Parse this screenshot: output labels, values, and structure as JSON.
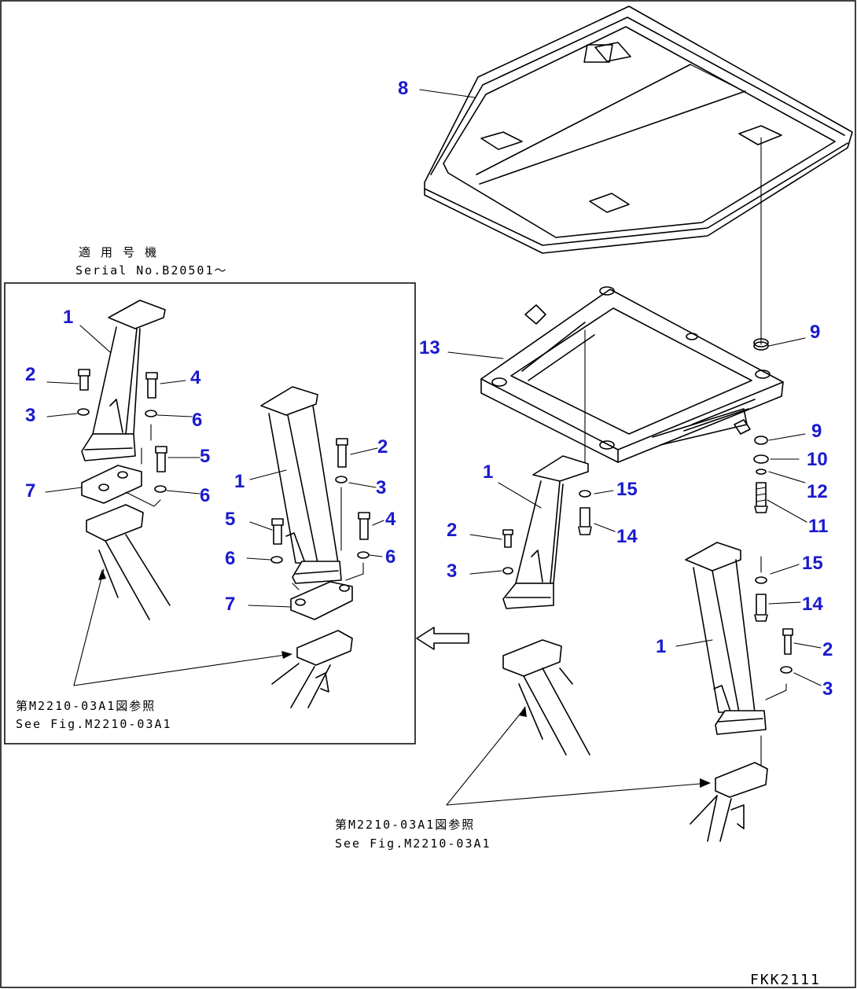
{
  "callouts": {
    "c1a": "1",
    "c2a": "2",
    "c3a": "3",
    "c4a": "4",
    "c5a": "5",
    "c6a": "6",
    "c6b": "6",
    "c7a": "7",
    "c1b": "1",
    "c2b": "2",
    "c3b": "3",
    "c4b": "4",
    "c5b": "5",
    "c6c": "6",
    "c6d": "6",
    "c7b": "7",
    "c8": "8",
    "c13": "13",
    "c9a": "9",
    "c9b": "9",
    "c10": "10",
    "c12": "12",
    "c11": "11",
    "c1c": "1",
    "c2c": "2",
    "c3c": "3",
    "c15a": "15",
    "c14a": "14",
    "c1d": "1",
    "c2d": "2",
    "c3d": "3",
    "c15b": "15",
    "c14b": "14"
  },
  "notes": {
    "applicable_jp": "適 用 号 機",
    "serial": "Serial No.B20501～",
    "ref_inset_jp": "第M2210-03A1図参照",
    "ref_inset_en": "See Fig.M2210-03A1",
    "ref_main_jp": "第M2210-03A1図参照",
    "ref_main_en": "See Fig.M2210-03A1"
  },
  "drawing_code": "FKK2111"
}
